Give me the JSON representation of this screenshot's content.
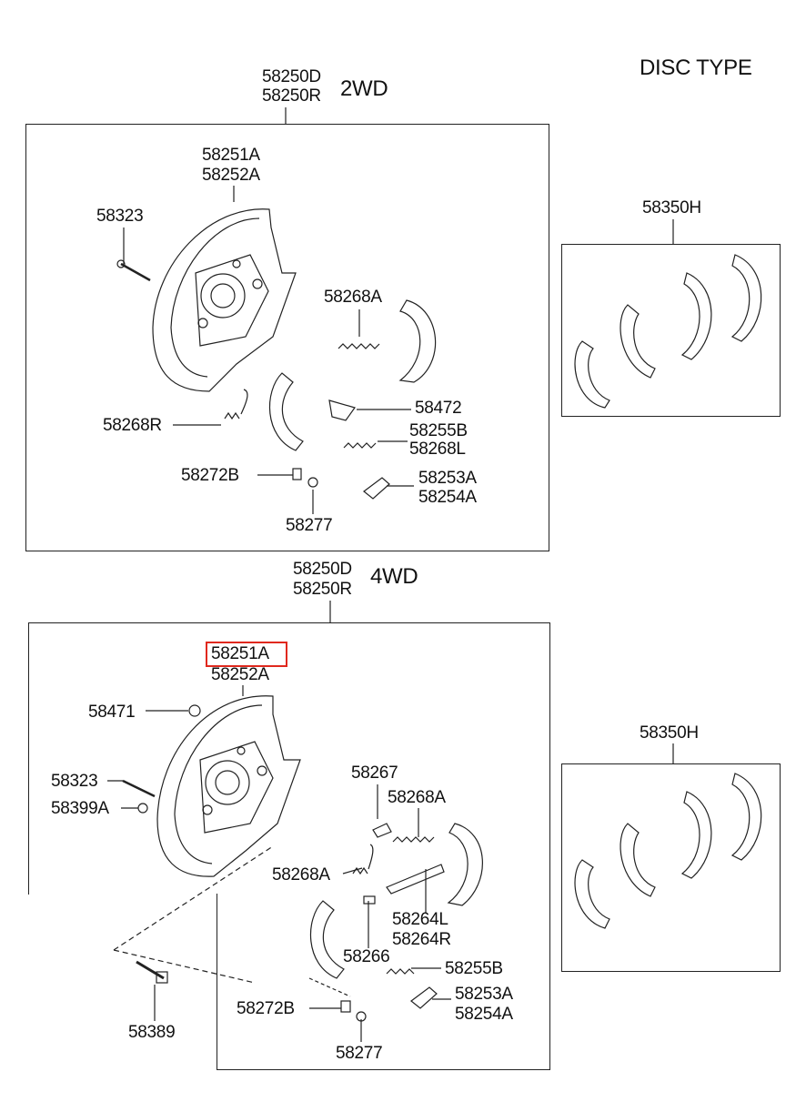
{
  "header": {
    "disc_type": "DISC TYPE"
  },
  "section_2wd": {
    "assembly": [
      "58250D",
      "58250R"
    ],
    "drive": "2WD",
    "parts": {
      "backing_plate": [
        "58251A",
        "58252A"
      ],
      "bolt": "58323",
      "spring_a": "58268A",
      "lever": "58472",
      "spring_r": "58268R",
      "spring_bl": [
        "58255B",
        "58268L"
      ],
      "pin": "58272B",
      "adjuster": [
        "58253A",
        "58254A"
      ],
      "nut": "58277"
    },
    "shoe_kit": "58350H"
  },
  "section_4wd": {
    "assembly": [
      "58250D",
      "58250R"
    ],
    "drive": "4WD",
    "parts": {
      "backing_plate": [
        "58251A",
        "58252A"
      ],
      "highlighted": "58251A",
      "plug": "58471",
      "bolt": "58323",
      "cap": "58399A",
      "plate": "58267",
      "spring_a_upper": "58268A",
      "spring_a_lower": "58268A",
      "strut": [
        "58264L",
        "58264R"
      ],
      "pin_spring": "58266",
      "spring_b": "58255B",
      "pin": "58272B",
      "adjuster": [
        "58253A",
        "58254A"
      ],
      "nut": "58277",
      "hub_bolt": "58389"
    },
    "shoe_kit": "58350H"
  },
  "colors": {
    "line": "#222222",
    "highlight": "#e0281e"
  }
}
